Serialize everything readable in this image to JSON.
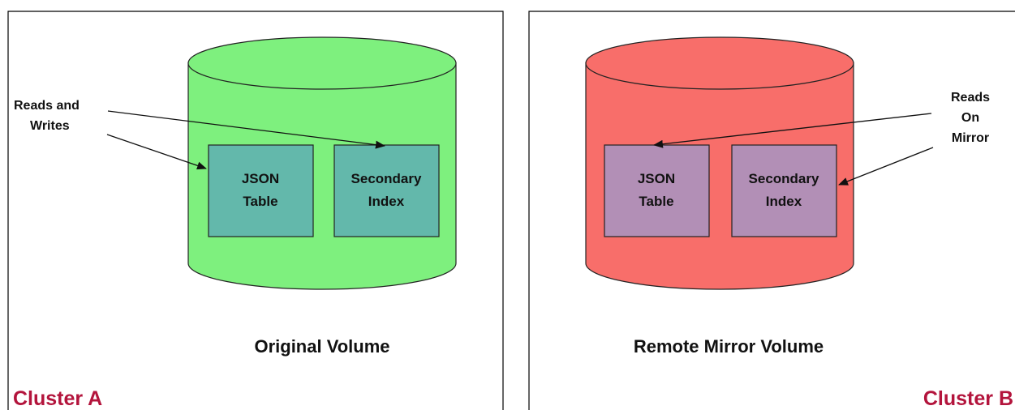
{
  "colors": {
    "cluster_label": "#b3143c",
    "original_cylinder": "#7ef07e",
    "mirror_cylinder": "#f86e6a",
    "original_box": "#63b8ab",
    "mirror_box": "#b28fb6",
    "frame": "#000000"
  },
  "cluster_a": {
    "name": "Cluster A",
    "volume_label": "Original Volume",
    "annotation": {
      "line1": "Reads and",
      "line2": "Writes"
    },
    "json_table": {
      "line1": "JSON",
      "line2": "Table"
    },
    "secondary_index": {
      "line1": "Secondary",
      "line2": "Index"
    }
  },
  "cluster_b": {
    "name": "Cluster B",
    "volume_label": "Remote Mirror Volume",
    "annotation": {
      "line1": "Reads",
      "line2": "On",
      "line3": "Mirror"
    },
    "json_table": {
      "line1": "JSON",
      "line2": "Table"
    },
    "secondary_index": {
      "line1": "Secondary",
      "line2": "Index"
    }
  }
}
